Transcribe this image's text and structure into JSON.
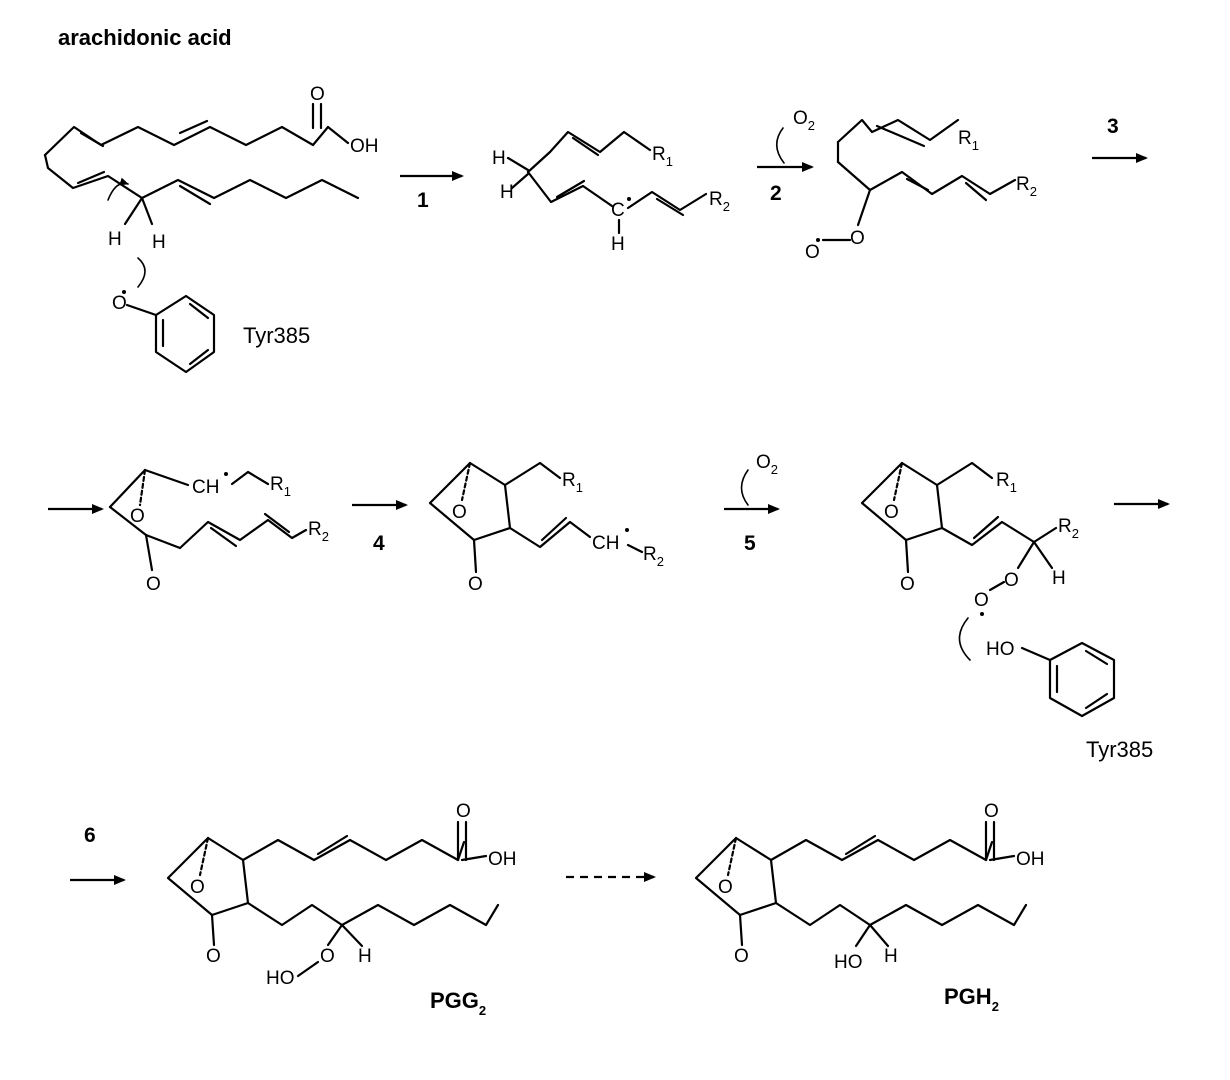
{
  "title": "arachidonic acid",
  "steps": [
    "1",
    "2",
    "3",
    "4",
    "5",
    "6"
  ],
  "reagent": "O",
  "reagent_sub": "2",
  "residue": "Tyr385",
  "products": [
    {
      "main": "PGG",
      "sub": "2"
    },
    {
      "main": "PGH",
      "sub": "2"
    }
  ],
  "atoms": {
    "O": "O",
    "OH": "OH",
    "H": "H",
    "HO": "HO",
    "R": "R",
    "r1": "1",
    "r2": "2",
    "CH": "CH",
    "C": "C"
  }
}
